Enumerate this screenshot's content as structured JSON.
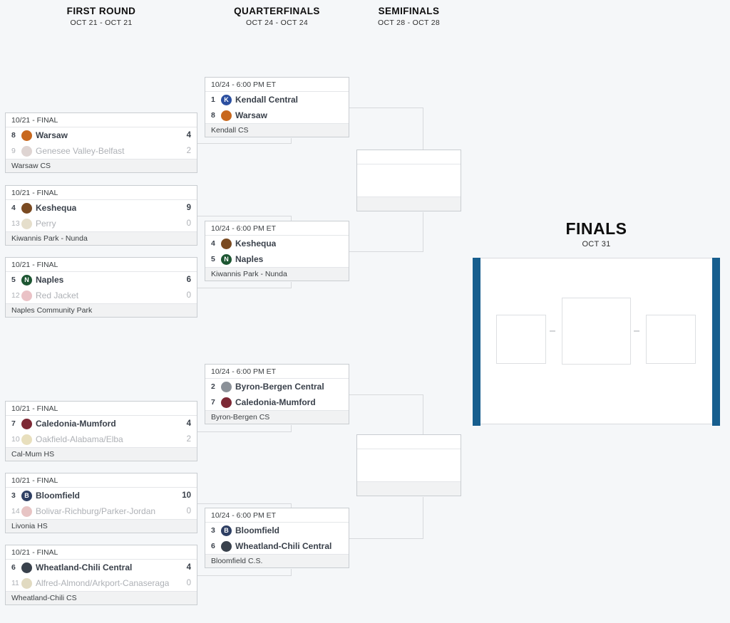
{
  "rounds": [
    {
      "label": "FIRST ROUND",
      "dates": "OCT 21 - OCT 21"
    },
    {
      "label": "QUARTERFINALS",
      "dates": "OCT 24 - OCT 24"
    },
    {
      "label": "SEMIFINALS",
      "dates": "OCT 28 - OCT 28"
    }
  ],
  "finals": {
    "label": "FINALS",
    "dates": "OCT 31"
  },
  "colors": {
    "page_bg": "#f5f7f9",
    "finals_accent_bar": "#175e8e",
    "connector": "#d7d9dc"
  },
  "first_round": [
    {
      "status": "10/21 - FINAL",
      "venue": "Warsaw CS",
      "home": {
        "seed": "8",
        "name": "Warsaw",
        "score": "4",
        "logo": {
          "bg": "#c8681e",
          "letter": ""
        }
      },
      "away": {
        "seed": "9",
        "name": "Genesee Valley-Belfast",
        "score": "2",
        "logo": {
          "bg": "#c3b1ad",
          "letter": ""
        }
      }
    },
    {
      "status": "10/21 - FINAL",
      "venue": "Kiwannis Park - Nunda",
      "home": {
        "seed": "4",
        "name": "Keshequa",
        "score": "9",
        "logo": {
          "bg": "#7a4a21",
          "letter": ""
        }
      },
      "away": {
        "seed": "13",
        "name": "Perry",
        "score": "0",
        "logo": {
          "bg": "#cfc3a1",
          "letter": ""
        }
      }
    },
    {
      "status": "10/21 - FINAL",
      "venue": "Naples Community Park",
      "home": {
        "seed": "5",
        "name": "Naples",
        "score": "6",
        "logo": {
          "bg": "#1d5632",
          "letter": "N"
        }
      },
      "away": {
        "seed": "12",
        "name": "Red Jacket",
        "score": "0",
        "logo": {
          "bg": "#d98f97",
          "letter": ""
        }
      }
    },
    {
      "status": "10/21 - FINAL",
      "venue": "Cal-Mum HS",
      "home": {
        "seed": "7",
        "name": "Caledonia-Mumford",
        "score": "4",
        "logo": {
          "bg": "#7d2935",
          "letter": ""
        }
      },
      "away": {
        "seed": "10",
        "name": "Oakfield-Alabama/Elba",
        "score": "2",
        "logo": {
          "bg": "#d6c487",
          "letter": ""
        }
      }
    },
    {
      "status": "10/21 - FINAL",
      "venue": "Livonia HS",
      "home": {
        "seed": "3",
        "name": "Bloomfield",
        "score": "10",
        "logo": {
          "bg": "#2e3f63",
          "letter": "B"
        }
      },
      "away": {
        "seed": "14",
        "name": "Bolivar-Richburg/Parker-Jordan",
        "score": "0",
        "logo": {
          "bg": "#d49393",
          "letter": ""
        }
      }
    },
    {
      "status": "10/21 - FINAL",
      "venue": "Wheatland-Chili CS",
      "home": {
        "seed": "6",
        "name": "Wheatland-Chili Central",
        "score": "4",
        "logo": {
          "bg": "#39414c",
          "letter": ""
        }
      },
      "away": {
        "seed": "11",
        "name": "Alfred-Almond/Arkport-Canaseraga",
        "score": "0",
        "logo": {
          "bg": "#c9bb8e",
          "letter": ""
        }
      }
    }
  ],
  "quarterfinals": [
    {
      "status": "10/24 - 6:00 PM ET",
      "venue": "Kendall CS",
      "home": {
        "seed": "1",
        "name": "Kendall Central",
        "logo": {
          "bg": "#2b4fa0",
          "letter": "K"
        }
      },
      "away": {
        "seed": "8",
        "name": "Warsaw",
        "logo": {
          "bg": "#c8681e",
          "letter": ""
        }
      }
    },
    {
      "status": "10/24 - 6:00 PM ET",
      "venue": "Kiwannis Park - Nunda",
      "home": {
        "seed": "4",
        "name": "Keshequa",
        "logo": {
          "bg": "#7a4a21",
          "letter": ""
        }
      },
      "away": {
        "seed": "5",
        "name": "Naples",
        "logo": {
          "bg": "#1d5632",
          "letter": "N"
        }
      }
    },
    {
      "status": "10/24 - 6:00 PM ET",
      "venue": "Byron-Bergen CS",
      "home": {
        "seed": "2",
        "name": "Byron-Bergen Central",
        "logo": {
          "bg": "#8b9198",
          "letter": ""
        }
      },
      "away": {
        "seed": "7",
        "name": "Caledonia-Mumford",
        "logo": {
          "bg": "#7d2935",
          "letter": ""
        }
      }
    },
    {
      "status": "10/24 - 6:00 PM ET",
      "venue": "Bloomfield C.S.",
      "home": {
        "seed": "3",
        "name": "Bloomfield",
        "logo": {
          "bg": "#2e3f63",
          "letter": "B"
        }
      },
      "away": {
        "seed": "6",
        "name": "Wheatland-Chili Central",
        "logo": {
          "bg": "#39414c",
          "letter": ""
        }
      }
    }
  ],
  "semifinals": [
    {
      "status": "",
      "venue": ""
    },
    {
      "status": "",
      "venue": ""
    }
  ]
}
